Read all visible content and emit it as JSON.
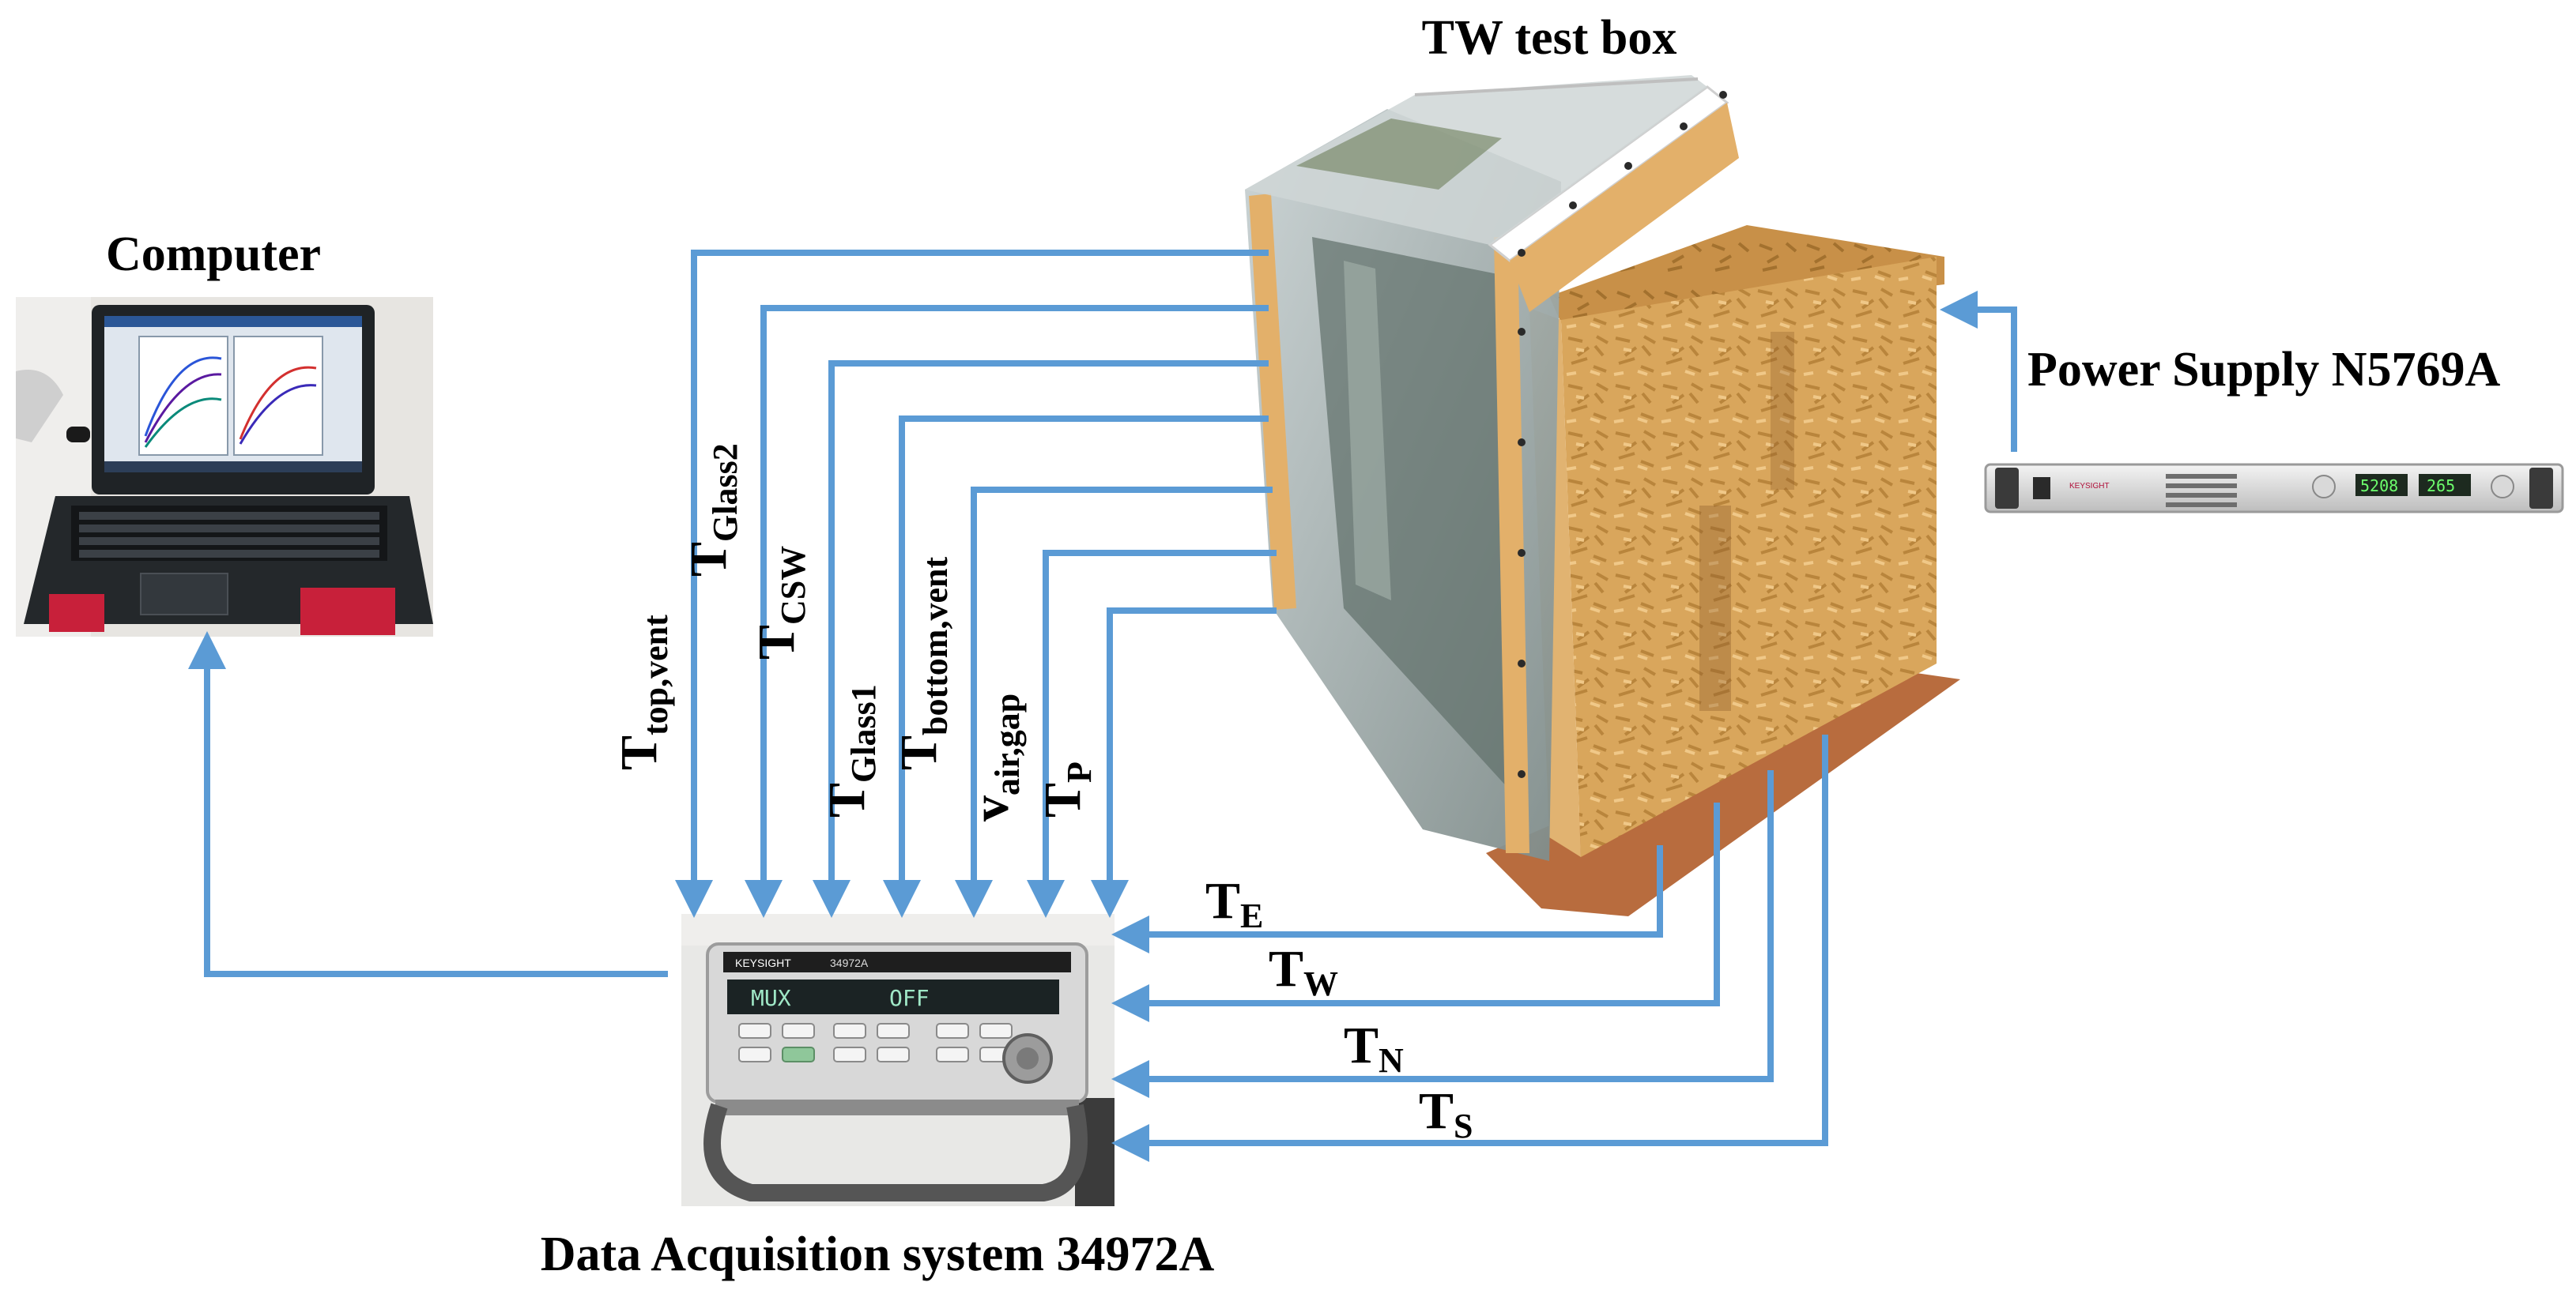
{
  "titles": {
    "computer": "Computer",
    "test_box": "TW test box",
    "power_supply": "Power Supply N5769A",
    "daq": "Data Acquisition system 34972A"
  },
  "vertical_signals": [
    {
      "main": "T",
      "sub": "top,vent"
    },
    {
      "main": "T",
      "sub": "Glass2"
    },
    {
      "main": "T",
      "sub": "CSW"
    },
    {
      "main": "T",
      "sub": "Glass1"
    },
    {
      "main": "T",
      "sub": "bottom,vent"
    },
    {
      "main": "v",
      "sub": "air,gap"
    },
    {
      "main": "T",
      "sub": "P"
    }
  ],
  "horizontal_signals": [
    {
      "main": "T",
      "sub": "E"
    },
    {
      "main": "T",
      "sub": "W"
    },
    {
      "main": "T",
      "sub": "N"
    },
    {
      "main": "T",
      "sub": "S"
    }
  ],
  "devices": {
    "daq_display_left": "MUX",
    "daq_display_right": "OFF",
    "daq_brand": "KEYSIGHT",
    "daq_model": "34972A",
    "psu_brand": "KEYSIGHT",
    "psu_readout_v": "5208",
    "psu_readout_a": "265"
  },
  "colors": {
    "wire": "#5b9bd5",
    "osb": "#d8a55a",
    "pine": "#e3b06a"
  }
}
